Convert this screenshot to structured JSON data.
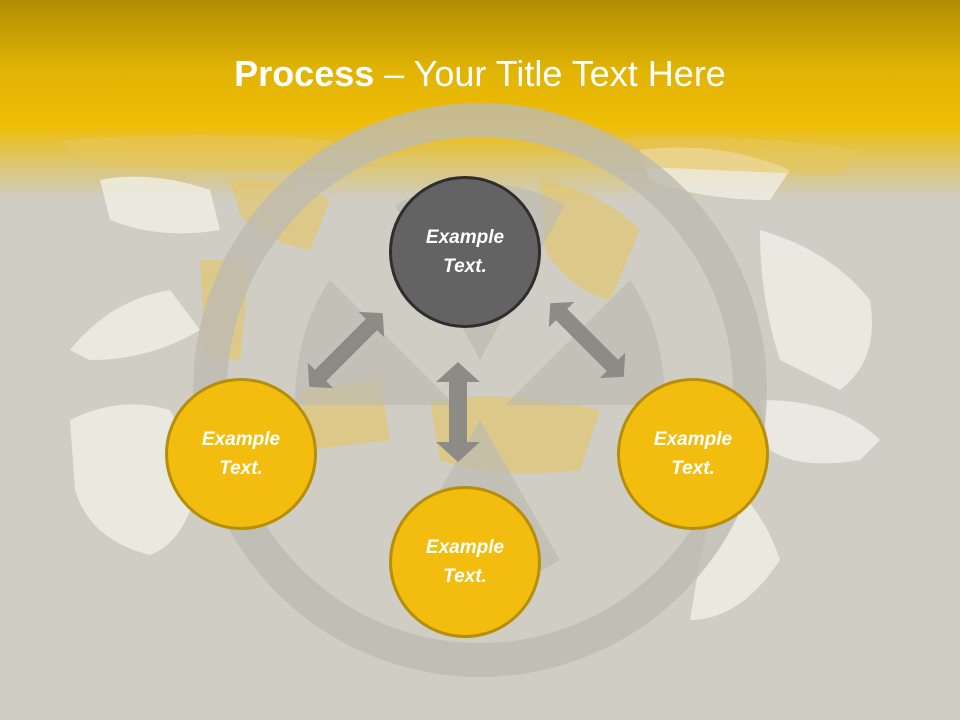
{
  "slide": {
    "title_strong": "Process",
    "title_rest": " – Your Title Text Here",
    "nodes": {
      "top": {
        "line1": "Example",
        "line2": "Text."
      },
      "left": {
        "line1": "Example",
        "line2": "Text."
      },
      "right": {
        "line1": "Example",
        "line2": "Text."
      },
      "bottom": {
        "line1": "Example",
        "line2": "Text."
      }
    },
    "icons": [
      "radiation-symbol-icon",
      "double-arrow-icon"
    ]
  },
  "colors": {
    "header_yellow": "#efbd06",
    "header_dark": "#b08e05",
    "background": "#cfcdc4",
    "center_node": "#636363",
    "outer_node": "#f2bd0e",
    "arrow": "#8d8b86"
  }
}
